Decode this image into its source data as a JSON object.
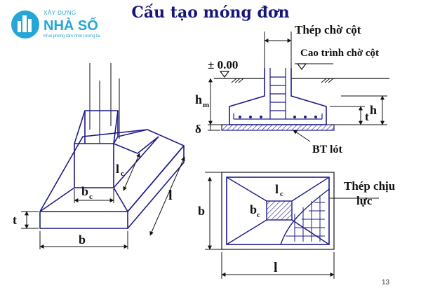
{
  "title": "Cấu tạo móng đơn",
  "logo": {
    "line1": "XÂY DỰNG",
    "line2": "NHÀ SỐ",
    "line3": "Khai phóng tầm nhìn tương lai"
  },
  "section": {
    "labels": {
      "rebar_starter": "Thép chờ cột",
      "starter_level": "Cao trình chờ cột",
      "zero_level": "± 0.00",
      "hm_main": "h",
      "hm_sub": "m",
      "t": "t",
      "h": "h",
      "delta": "δ",
      "bt_lot": "BT lót"
    }
  },
  "iso": {
    "labels": {
      "t": "t",
      "b": "b",
      "l": "l",
      "bc_main": "b",
      "bc_sub": "c",
      "lc_main": "l",
      "lc_sub": "c"
    }
  },
  "plan": {
    "labels": {
      "lc_main": "l",
      "lc_sub": "c",
      "bc_main": "b",
      "bc_sub": "c",
      "b": "b",
      "l": "l",
      "rebar_line1": "Thép chịu",
      "rebar_line2": "lực"
    }
  },
  "page_number": "13",
  "colors": {
    "line_blue": "#1c1c8a",
    "title_blue": "#16167a",
    "logo_blue": "#25a6d6"
  }
}
